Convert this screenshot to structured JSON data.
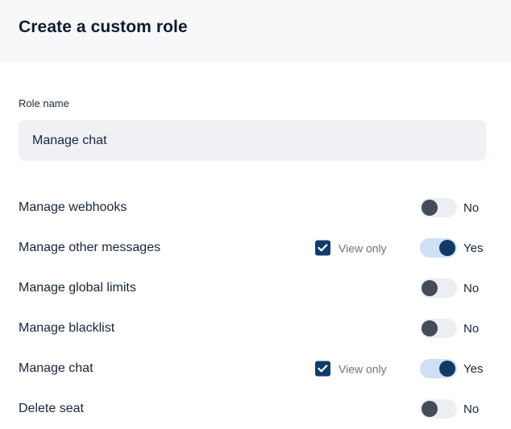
{
  "header": {
    "title": "Create a custom role",
    "background": "#f6f8fa",
    "title_color": "#0f1b2d"
  },
  "form": {
    "role_name": {
      "label": "Role name",
      "value": "Manage chat",
      "placeholder": "Role name"
    }
  },
  "colors": {
    "toggle_on_track": "#cfe0f5",
    "toggle_on_knob": "#0f3a63",
    "toggle_off_track": "#eceef1",
    "toggle_off_knob": "#454b59",
    "checkbox_checked": "#0f3d68",
    "label_text": "#16263a",
    "muted_text": "#6c7480"
  },
  "labels": {
    "view_only": "View only",
    "yes": "Yes",
    "no": "No"
  },
  "permissions": [
    {
      "name": "Manage webhooks",
      "view_only_visible": false,
      "view_only_checked": false,
      "view_only_label": "View only",
      "enabled": false,
      "state_label": "No"
    },
    {
      "name": "Manage other messages",
      "view_only_visible": true,
      "view_only_checked": true,
      "view_only_label": "View only",
      "enabled": true,
      "state_label": "Yes"
    },
    {
      "name": "Manage global limits",
      "view_only_visible": false,
      "view_only_checked": false,
      "view_only_label": "View only",
      "enabled": false,
      "state_label": "No"
    },
    {
      "name": "Manage blacklist",
      "view_only_visible": false,
      "view_only_checked": false,
      "view_only_label": "View only",
      "enabled": false,
      "state_label": "No"
    },
    {
      "name": "Manage chat",
      "view_only_visible": true,
      "view_only_checked": true,
      "view_only_label": "View only",
      "enabled": true,
      "state_label": "Yes"
    },
    {
      "name": "Delete seat",
      "view_only_visible": false,
      "view_only_checked": false,
      "view_only_label": "View only",
      "enabled": false,
      "state_label": "No"
    }
  ]
}
